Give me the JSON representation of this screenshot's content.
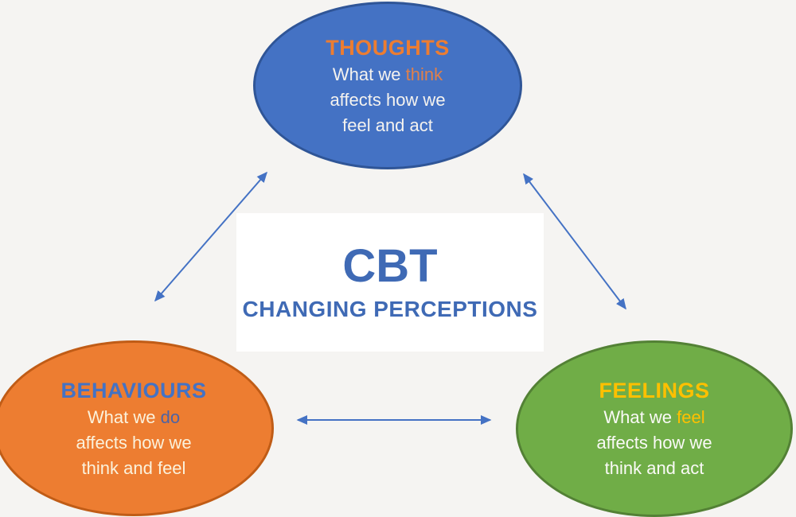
{
  "background_color": "#f5f4f2",
  "center_box": {
    "title": "CBT",
    "subtitle": "CHANGING PERCEPTIONS",
    "text_color": "#3f6ab5",
    "background": "#ffffff"
  },
  "nodes": {
    "thoughts": {
      "title": "THOUGHTS",
      "title_color": "#ED7D31",
      "fill": "#4472C4",
      "border_color": "#2F5597",
      "body": {
        "line1_prefix": "What we ",
        "keyword": "think",
        "line2": "affects how we",
        "line3": "feel and act"
      },
      "keyword_color": "#e0804a",
      "body_color": "#F5F3EF"
    },
    "behaviours": {
      "title": "BEHAVIOURS",
      "title_color": "#4472C4",
      "fill": "#ED7D31",
      "border_color": "#C05C16",
      "body": {
        "line1_prefix": "What we ",
        "keyword": "do",
        "line2": "affects how we",
        "line3": "think and feel"
      },
      "keyword_color": "#4d63a5",
      "body_color": "#FBF2DC"
    },
    "feelings": {
      "title": "FEELINGS",
      "title_color": "#FFC000",
      "fill": "#70AD47",
      "border_color": "#538135",
      "body": {
        "line1_prefix": "What we ",
        "keyword": "feel",
        "line2": "affects how we",
        "line3": "think and act"
      },
      "keyword_color": "#FFC000",
      "body_color": "#FAFAF7"
    }
  },
  "arrows": {
    "color": "#4472C4",
    "connections": [
      "thoughts-behaviours",
      "thoughts-feelings",
      "behaviours-feelings"
    ]
  }
}
